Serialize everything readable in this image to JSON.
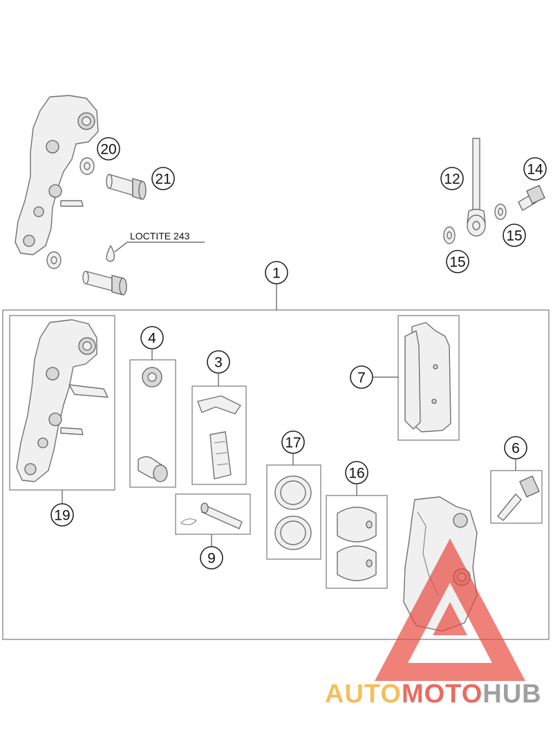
{
  "callouts": {
    "c1": "1",
    "c3": "3",
    "c4": "4",
    "c6": "6",
    "c7": "7",
    "c9": "9",
    "c12": "12",
    "c14": "14",
    "c15a": "15",
    "c15b": "15",
    "c16": "16",
    "c17": "17",
    "c19": "19",
    "c20": "20",
    "c21": "21"
  },
  "notes": {
    "loctite": "LOCTITE 243"
  },
  "watermark": {
    "auto": "AUTO",
    "moto": "MOTO",
    "hub": "HUB"
  },
  "colors": {
    "watermark_red": "#e84a3f",
    "watermark_auto": "#f2b23a",
    "watermark_moto": "#e84a3f",
    "watermark_hub": "#8a8a8a"
  }
}
